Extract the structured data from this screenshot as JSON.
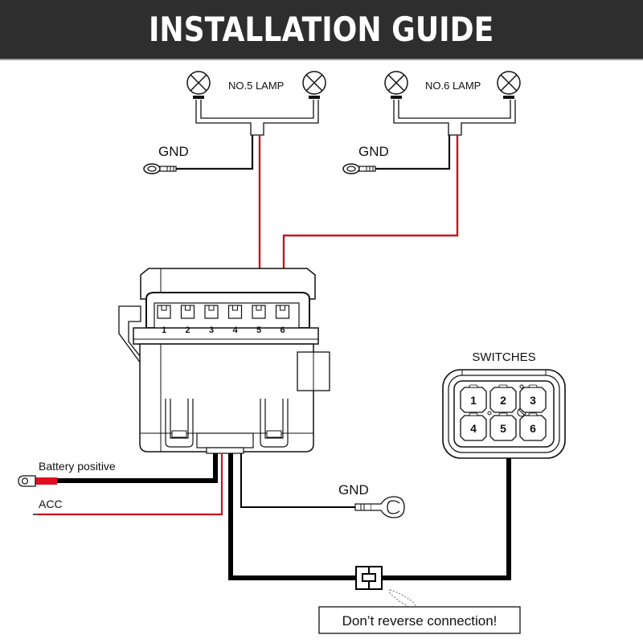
{
  "header": {
    "title": "INSTALLATION GUIDE"
  },
  "colors": {
    "header_bg": "#2e2e2e",
    "wire_red": "#c8141b",
    "wire_black": "#000000"
  },
  "lamps": [
    {
      "label": "NO.5 LAMP",
      "gnd_label": "GND",
      "output": 5
    },
    {
      "label": "NO.6 LAMP",
      "gnd_label": "GND",
      "output": 6
    }
  ],
  "controller": {
    "ports": [
      "1",
      "2",
      "3",
      "4",
      "5",
      "6"
    ]
  },
  "switches": {
    "title": "SWITCHES",
    "buttons": [
      "1",
      "2",
      "3",
      "4",
      "5",
      "6"
    ]
  },
  "power": {
    "battery_label": "Battery positive",
    "acc_label": "ACC",
    "gnd_label": "GND"
  },
  "warning": {
    "text": "Don’t reverse connection!"
  }
}
